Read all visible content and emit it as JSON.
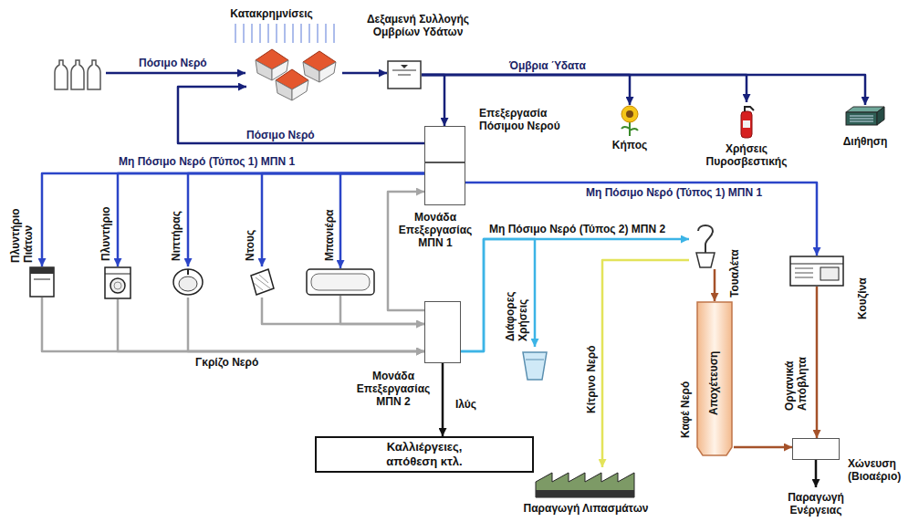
{
  "diagram": {
    "nodes": [
      {
        "text": [
          "Κατακρημνίσεις"
        ]
      },
      {
        "text": [
          "Δεξαμενή Συλλογής Ομβρίων Υδάτων"
        ]
      },
      {
        "text": [
          "Επεξεργασία Πόσιμου Νερού"
        ]
      },
      {
        "text": [
          "Μονάδα Επεξεργασίας ΜΠΝ 1"
        ]
      },
      {
        "text": [
          "Κήπος"
        ]
      },
      {
        "text": [
          "Χρήσεις Πυροσβεστικής"
        ]
      },
      {
        "text": [
          "Διήθηση"
        ]
      },
      {
        "text": [
          "Πλυντήριο Πιάτων"
        ]
      },
      {
        "text": [
          "Πλυντήριο"
        ]
      },
      {
        "text": [
          "Νιπτήρας"
        ]
      },
      {
        "text": [
          "Ντους"
        ]
      },
      {
        "text": [
          "Μπανιέρα"
        ]
      },
      {
        "text": [
          "Κουζίνα"
        ]
      },
      {
        "text": [
          "Τουαλέτα"
        ]
      },
      {
        "text": [
          "Αποχέτευση"
        ]
      },
      {
        "text": [
          "Μονάδα Επεξεργασίας ΜΠΝ 2"
        ]
      },
      {
        "text": [
          "Διάφορες Χρήσεις"
        ]
      },
      {
        "text": [
          "Παραγωγή Λιπασμάτων"
        ]
      },
      {
        "text": [
          "Χώνευση (Βιοαέριο)"
        ]
      },
      {
        "text": [
          "Καλλιέργειες, απόθεση κτλ."
        ]
      },
      {
        "text": [
          "Παραγωγή Ενέργειας"
        ]
      }
    ],
    "edges": [
      {
        "from": 0,
        "to": 1,
        "arrow": "to"
      },
      {
        "from": 1,
        "to": 2,
        "arrow": "to"
      },
      {
        "from": 1,
        "to": 4,
        "label": "Όμβρια Ύδατα",
        "arrow": "to"
      },
      {
        "from": 1,
        "to": 5,
        "arrow": "to"
      },
      {
        "from": 1,
        "to": 6,
        "arrow": "to"
      },
      {
        "from": 2,
        "to": 0,
        "label": "Πόσιμο Νερό",
        "arrow": "to"
      },
      {
        "from": 3,
        "to": 7,
        "label": "Μη Πόσιμο Νερό (Τύπος 1) ΜΠΝ 1",
        "arrow": "to"
      },
      {
        "from": 3,
        "to": 8,
        "arrow": "to"
      },
      {
        "from": 3,
        "to": 9,
        "arrow": "to"
      },
      {
        "from": 3,
        "to": 10,
        "arrow": "to"
      },
      {
        "from": 3,
        "to": 11,
        "arrow": "to"
      },
      {
        "from": 3,
        "to": 12,
        "label": "Μη Πόσιμο Νερό (Τύπος 1) ΜΠΝ 1",
        "arrow": "to"
      },
      {
        "from": 7,
        "to": 15,
        "label": "Γκρίζο Νερό",
        "arrow": "to"
      },
      {
        "from": 8,
        "to": 15,
        "arrow": "to"
      },
      {
        "from": 9,
        "to": 15,
        "arrow": "to"
      },
      {
        "from": 10,
        "to": 15,
        "arrow": "to"
      },
      {
        "from": 11,
        "to": 15,
        "arrow": "to"
      },
      {
        "from": 15,
        "to": 3,
        "arrow": "to"
      },
      {
        "from": 15,
        "to": 13,
        "label": "Μη Πόσιμο Νερό (Τύπος 2) ΜΠΝ 2",
        "arrow": "to"
      },
      {
        "from": 15,
        "to": 16,
        "arrow": "to"
      },
      {
        "from": 13,
        "to": 17,
        "label": "Κίτρινο Νερό",
        "arrow": "to"
      },
      {
        "from": 13,
        "to": 14,
        "label": "Καφέ Νερό",
        "arrow": "to"
      },
      {
        "from": 14,
        "to": 18,
        "arrow": "to"
      },
      {
        "from": 12,
        "to": 18,
        "label": "Οργανικά Απόβλητα",
        "arrow": "to"
      },
      {
        "from": 15,
        "to": 19,
        "label": "Ιλύς",
        "arrow": "to"
      },
      {
        "from": 18,
        "to": 20,
        "arrow": "to"
      }
    ],
    "labels": [
      "Πόσιμο Νερό"
    ]
  }
}
